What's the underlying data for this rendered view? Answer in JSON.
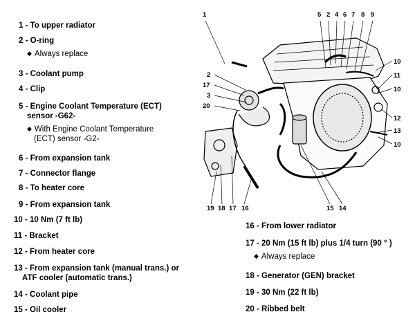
{
  "legend_left": [
    {
      "id": "1",
      "text": "1 - To upper radiator"
    },
    {
      "id": "2",
      "text": "2 - O-ring",
      "sub": [
        "Always replace"
      ]
    },
    {
      "id": "3",
      "text": "3 - Coolant pump"
    },
    {
      "id": "4",
      "text": "4 - Clip"
    },
    {
      "id": "5",
      "text": "5 - Engine Coolant Temperature (ECT)",
      "line2": "sensor -G62-",
      "sub": [
        "With Engine Coolant Temperature",
        "(ECT) sensor -G2-"
      ]
    },
    {
      "id": "6",
      "text": "6 - From expansion tank"
    },
    {
      "id": "7",
      "text": "7 - Connector flange"
    },
    {
      "id": "8",
      "text": "8 - To heater core"
    },
    {
      "id": "9",
      "text": "9 - From expansion tank"
    },
    {
      "id": "10",
      "text": "10 - 10 Nm (7 ft lb)"
    },
    {
      "id": "11",
      "text": "11 - Bracket"
    },
    {
      "id": "12",
      "text": "12 - From heater core"
    },
    {
      "id": "13",
      "text": "13 - From expansion tank (manual trans.) or",
      "line2": "ATF cooler (automatic trans.)"
    },
    {
      "id": "14",
      "text": "14 - Coolant pipe"
    },
    {
      "id": "15",
      "text": "15 - Oil cooler"
    }
  ],
  "legend_right": [
    {
      "id": "16",
      "text": "16 - From lower radiator"
    },
    {
      "id": "17",
      "text": "17 - 20 Nm (15 ft lb) plus 1/4 turn (90 ° )",
      "sub": [
        "Always replace"
      ]
    },
    {
      "id": "18",
      "text": "18 - Generator (GEN) bracket"
    },
    {
      "id": "19",
      "text": "19 - 30 Nm (22 ft lb)"
    },
    {
      "id": "20",
      "text": "20 - Ribbed belt"
    }
  ],
  "diagram_labels": {
    "top_left": "1",
    "top_row": [
      "5",
      "2",
      "4",
      "6",
      "7",
      "8",
      "9"
    ],
    "right_col": [
      "10",
      "11",
      "10",
      "12",
      "13",
      "10"
    ],
    "left_col": [
      "2",
      "17",
      "3",
      "20"
    ],
    "bottom_left": [
      "19",
      "18",
      "17",
      "16"
    ],
    "bottom_mid": [
      "15",
      "14"
    ]
  },
  "bullet_glyph": "◆"
}
